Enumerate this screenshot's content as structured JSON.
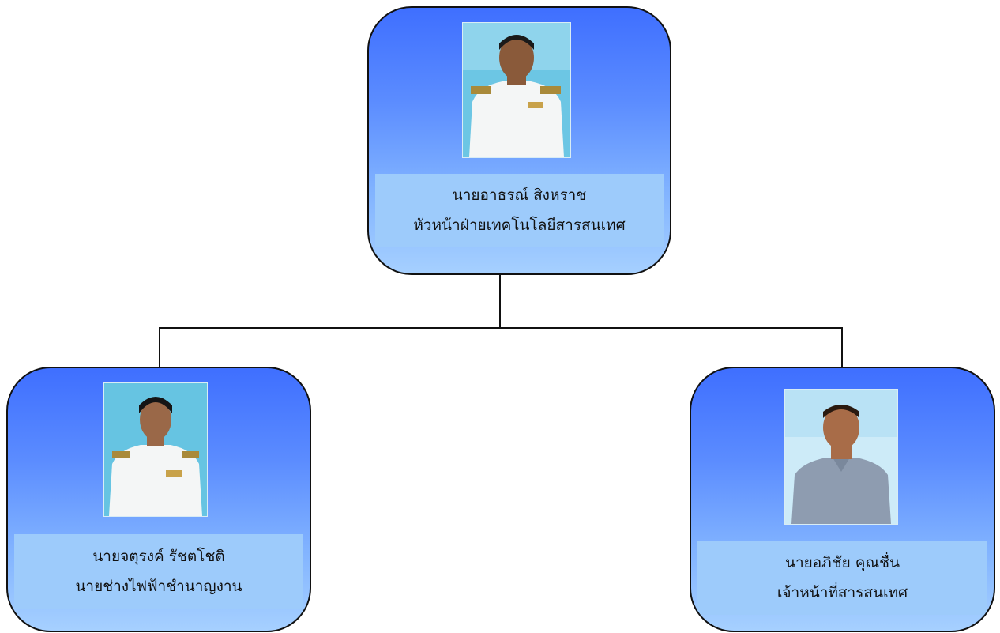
{
  "org_chart": {
    "head": {
      "name": "นายอาธรณ์  สิงหราช",
      "position": "หัวหน้าฝ่ายเทคโนโลยีสารสนเทศ"
    },
    "members": [
      {
        "name": "นายจตุรงค์  รัชตโชติ",
        "position": "นายช่างไฟฟ้าชำนาญงาน"
      },
      {
        "name": "นายอภิชัย  คุณชื่น",
        "position": "เจ้าหน้าที่สารสนเทศ"
      }
    ]
  }
}
